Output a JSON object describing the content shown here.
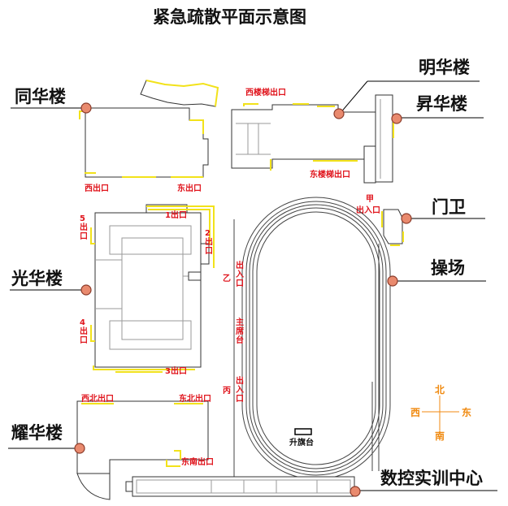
{
  "title": "紧急疏散平面示意图",
  "buildings": {
    "tonghua": "同华楼",
    "minghua": "明华楼",
    "shenghua": "昇华楼",
    "menwei": "门卫",
    "guanghua": "光华楼",
    "caochang": "操场",
    "yaohua": "耀华楼",
    "shukong": "数控实训中心"
  },
  "exits": {
    "tonghua_west": "西出口",
    "tonghua_east": "东出口",
    "minghua_west_stair": "西楼梯出口",
    "minghua_east_stair": "东楼梯出口",
    "gate_jia_label": "甲",
    "gate_jia": "出入口",
    "guanghua_1": "1出口",
    "guanghua_2": "2出口",
    "guanghua_3": "3出口",
    "guanghua_4": "4出口",
    "guanghua_5": "5出口",
    "yi_label": "乙",
    "yi_entrance": "出入口",
    "podium": "主席台",
    "bing_label": "丙",
    "bing_entrance": "出入口",
    "yaohua_northwest": "西北出口",
    "yaohua_northeast": "东北出口",
    "yaohua_southeast": "东南出口"
  },
  "flag_platform": "升旗台",
  "compass": {
    "north": "北",
    "south": "南",
    "east": "东",
    "west": "西"
  },
  "colors": {
    "exit_text": "#e0141c",
    "route": "#f2e21a",
    "marker": "#e98a6e",
    "compass": "#f08a10"
  }
}
